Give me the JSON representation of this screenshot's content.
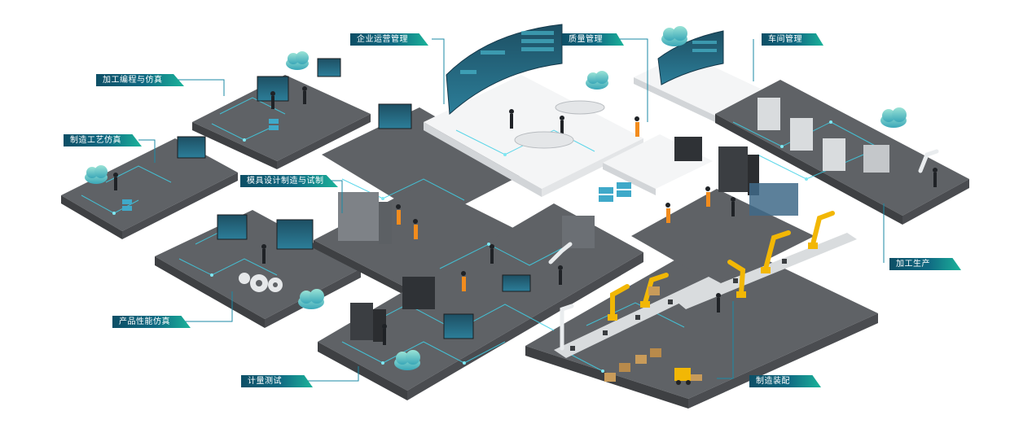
{
  "zones": [
    {
      "id": "enterprise-ops",
      "label": "企业运营管理"
    },
    {
      "id": "quality",
      "label": "质量管理"
    },
    {
      "id": "workshop",
      "label": "车间管理"
    },
    {
      "id": "cam-sim",
      "label": "加工编程与仿真"
    },
    {
      "id": "process-sim",
      "label": "制造工艺仿真"
    },
    {
      "id": "mold",
      "label": "模具设计制造与试制"
    },
    {
      "id": "machining",
      "label": "加工生产"
    },
    {
      "id": "product-sim",
      "label": "产品性能仿真"
    },
    {
      "id": "metrology",
      "label": "计量测试"
    },
    {
      "id": "assembly",
      "label": "制造装配"
    }
  ],
  "colors": {
    "floor": "#5c5f63",
    "floor_top": "#6a6d71",
    "floor_side": "#3e4043",
    "circuit": "#3fd0e6",
    "accent_teal": "#106a83",
    "cloud": "#7ed6c8",
    "robot": "#f2b705",
    "screen": "#2a6f8a",
    "white_floor": "#f4f5f6"
  }
}
